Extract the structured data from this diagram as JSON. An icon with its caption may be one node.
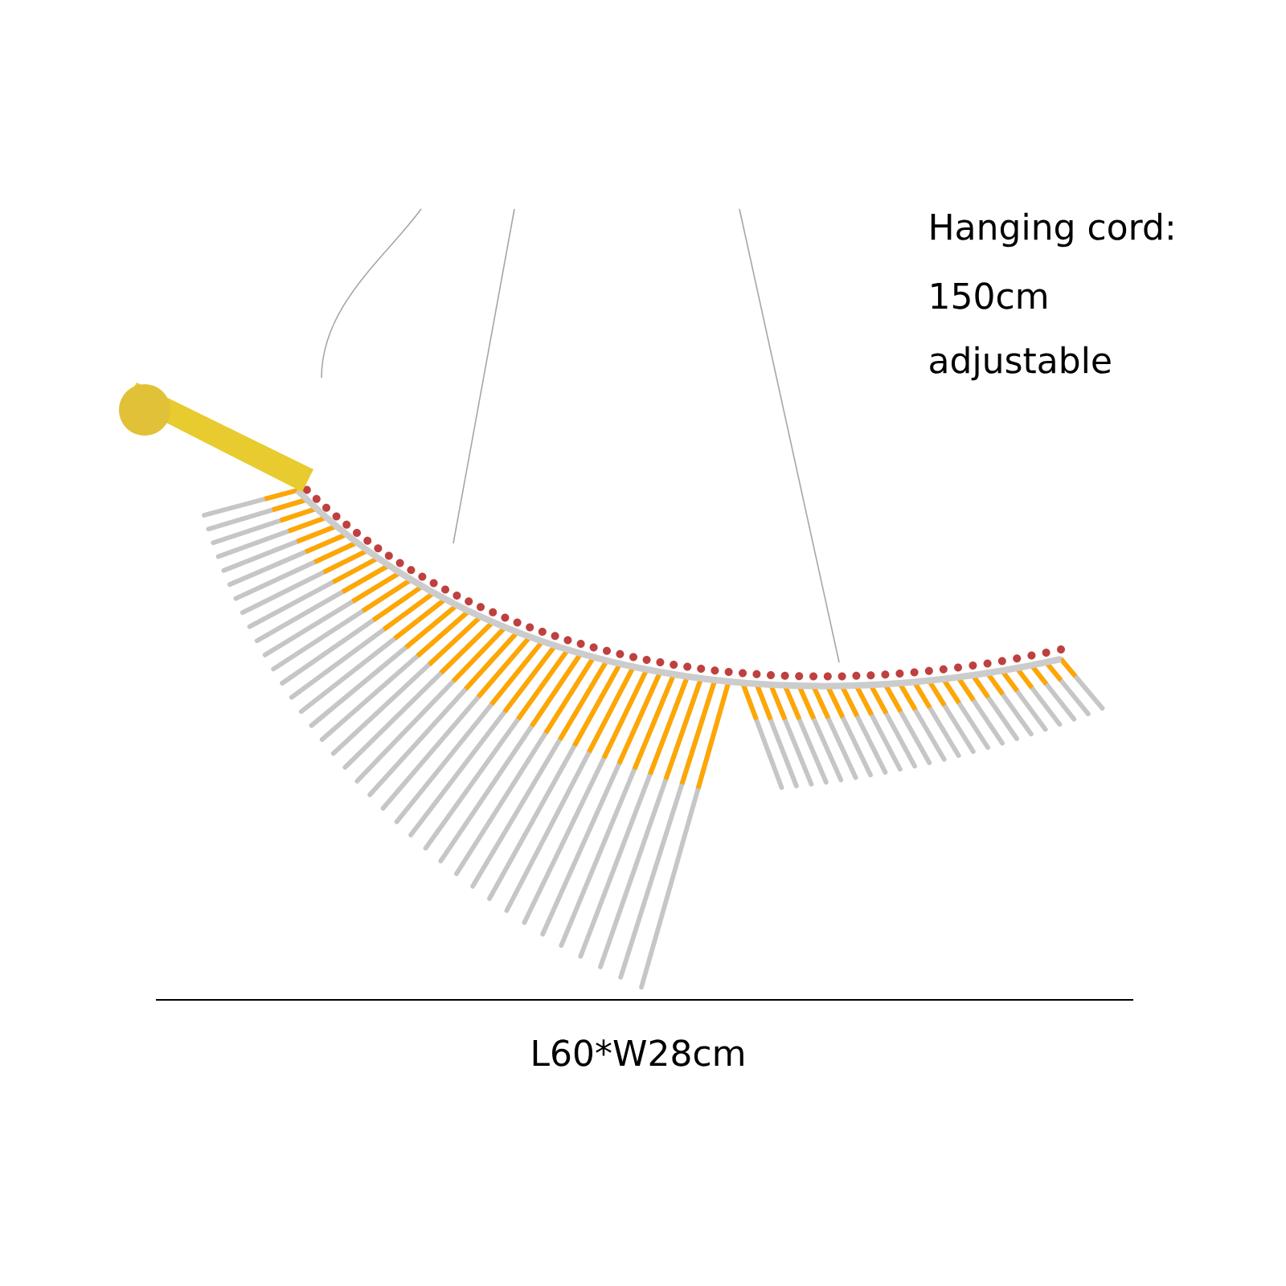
{
  "diagram": {
    "labels": [
      "Hanging cord:",
      "150cm",
      "adjustable",
      "L60*W28cm"
    ]
  }
}
